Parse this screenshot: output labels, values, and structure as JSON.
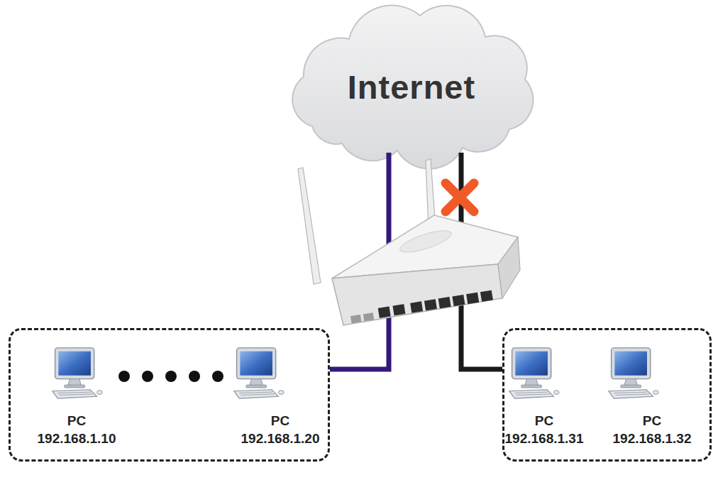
{
  "diagram": {
    "nodes": [
      {
        "text": [
          "Internet"
        ]
      },
      {
        "text": []
      },
      {
        "text": [
          "PC",
          "192.168.1.10"
        ],
        "in": 1
      },
      {
        "text": [
          "PC",
          "192.168.1.20"
        ],
        "in": 1
      },
      {
        "text": []
      },
      {
        "text": [
          "PC",
          "192.168.1.31"
        ],
        "in": 4
      },
      {
        "text": [
          "PC",
          "192.168.1.32"
        ],
        "in": 4
      }
    ],
    "edges": [
      {
        "from": 0,
        "to": 1,
        "arrow": "none"
      },
      {
        "from": 0,
        "to": 4,
        "arrow": "none"
      }
    ]
  }
}
